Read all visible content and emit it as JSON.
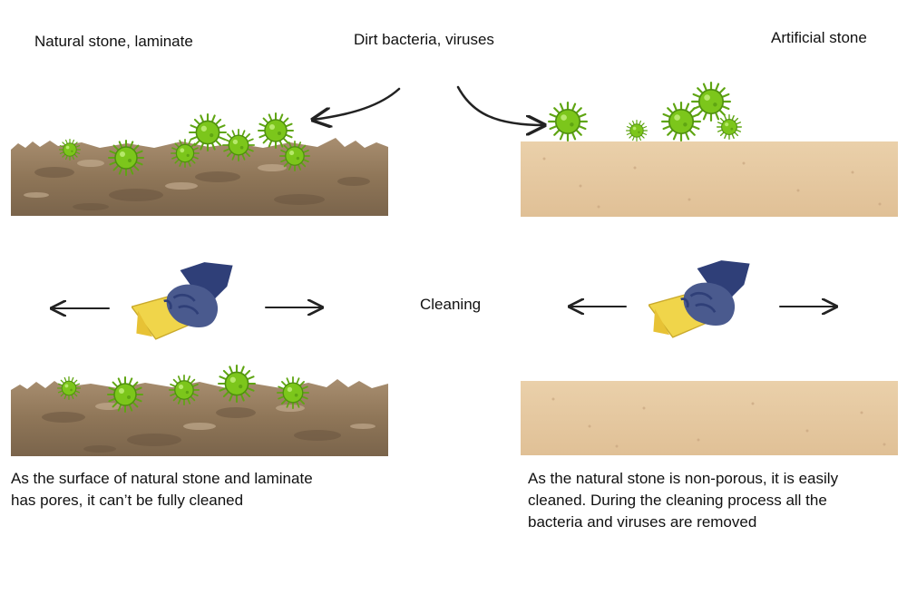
{
  "labels": {
    "natural": "Natural stone, laminate",
    "dirt": "Dirt bacteria, viruses",
    "artificial": "Artificial stone",
    "cleaning": "Cleaning"
  },
  "captions": {
    "left": [
      "As the surface of natural stone and laminate",
      "has pores, it can’t be fully cleaned"
    ],
    "right": [
      "As the natural stone is non-porous, it is easily",
      "cleaned. During the cleaning process all the",
      "bacteria and viruses are removed"
    ]
  },
  "colors": {
    "natural_stone": "#9c8468",
    "artificial_stone": "#e6c9a2",
    "virus": "#7cc61b",
    "glove": "#4a5a8e",
    "sponge": "#f2d84a",
    "arrow": "#222222"
  },
  "icons": [
    "virus-icon",
    "gloved-hand-sponge-icon",
    "arrow-left-icon",
    "arrow-right-icon",
    "curved-arrow-icon"
  ]
}
